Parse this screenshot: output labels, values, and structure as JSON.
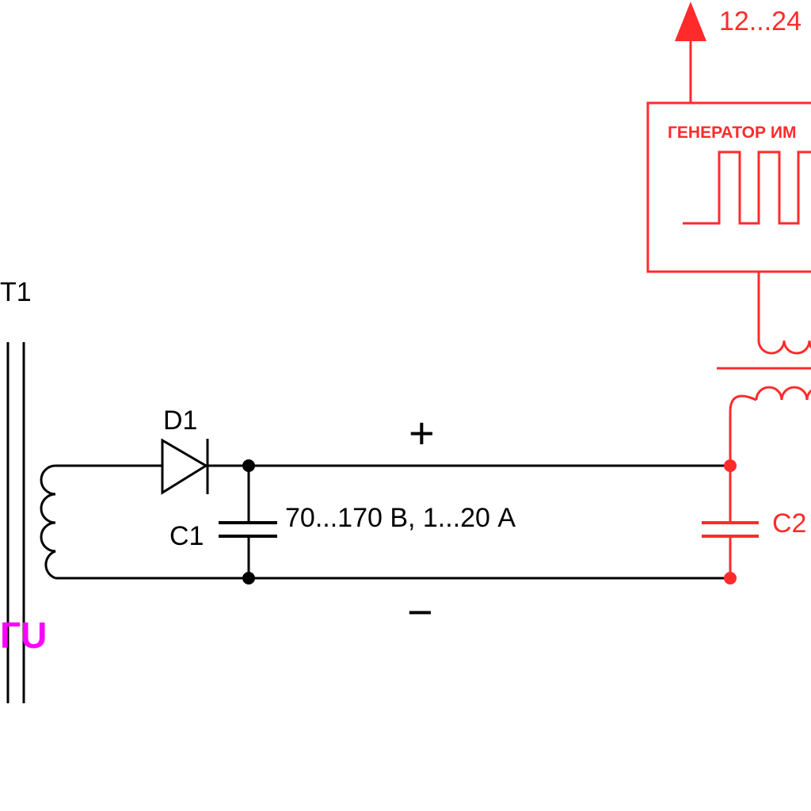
{
  "transformer_label": "T1",
  "diode_label": "D1",
  "capacitor1_label": "C1",
  "capacitor2_label": "C2",
  "supply_spec": "70...170 В, 1...20 А",
  "plus_sign": "+",
  "minus_sign": "−",
  "input_voltage": "12...24",
  "generator_title": "ГЕНЕРАТОР ИМ",
  "cut_off_label_fragment": "ГU",
  "colors": {
    "main_circuit": "#000000",
    "generator_circuit": "#ff2b2b",
    "fragment_label": "#ff00ff"
  }
}
